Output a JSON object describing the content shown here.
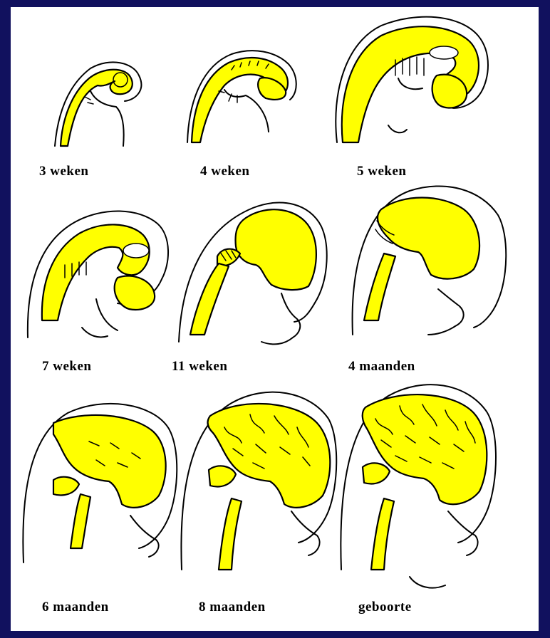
{
  "colors": {
    "frame": "#11115e",
    "panel": "#ffffff",
    "brain": "#ffff00",
    "outline": "#000000"
  },
  "stages": [
    {
      "label": "3 weken"
    },
    {
      "label": "4 weken"
    },
    {
      "label": "5 weken"
    },
    {
      "label": "7 weken"
    },
    {
      "label": "11 weken"
    },
    {
      "label": "4 maanden"
    },
    {
      "label": "6 maanden"
    },
    {
      "label": "8 maanden"
    },
    {
      "label": "geboorte"
    }
  ]
}
